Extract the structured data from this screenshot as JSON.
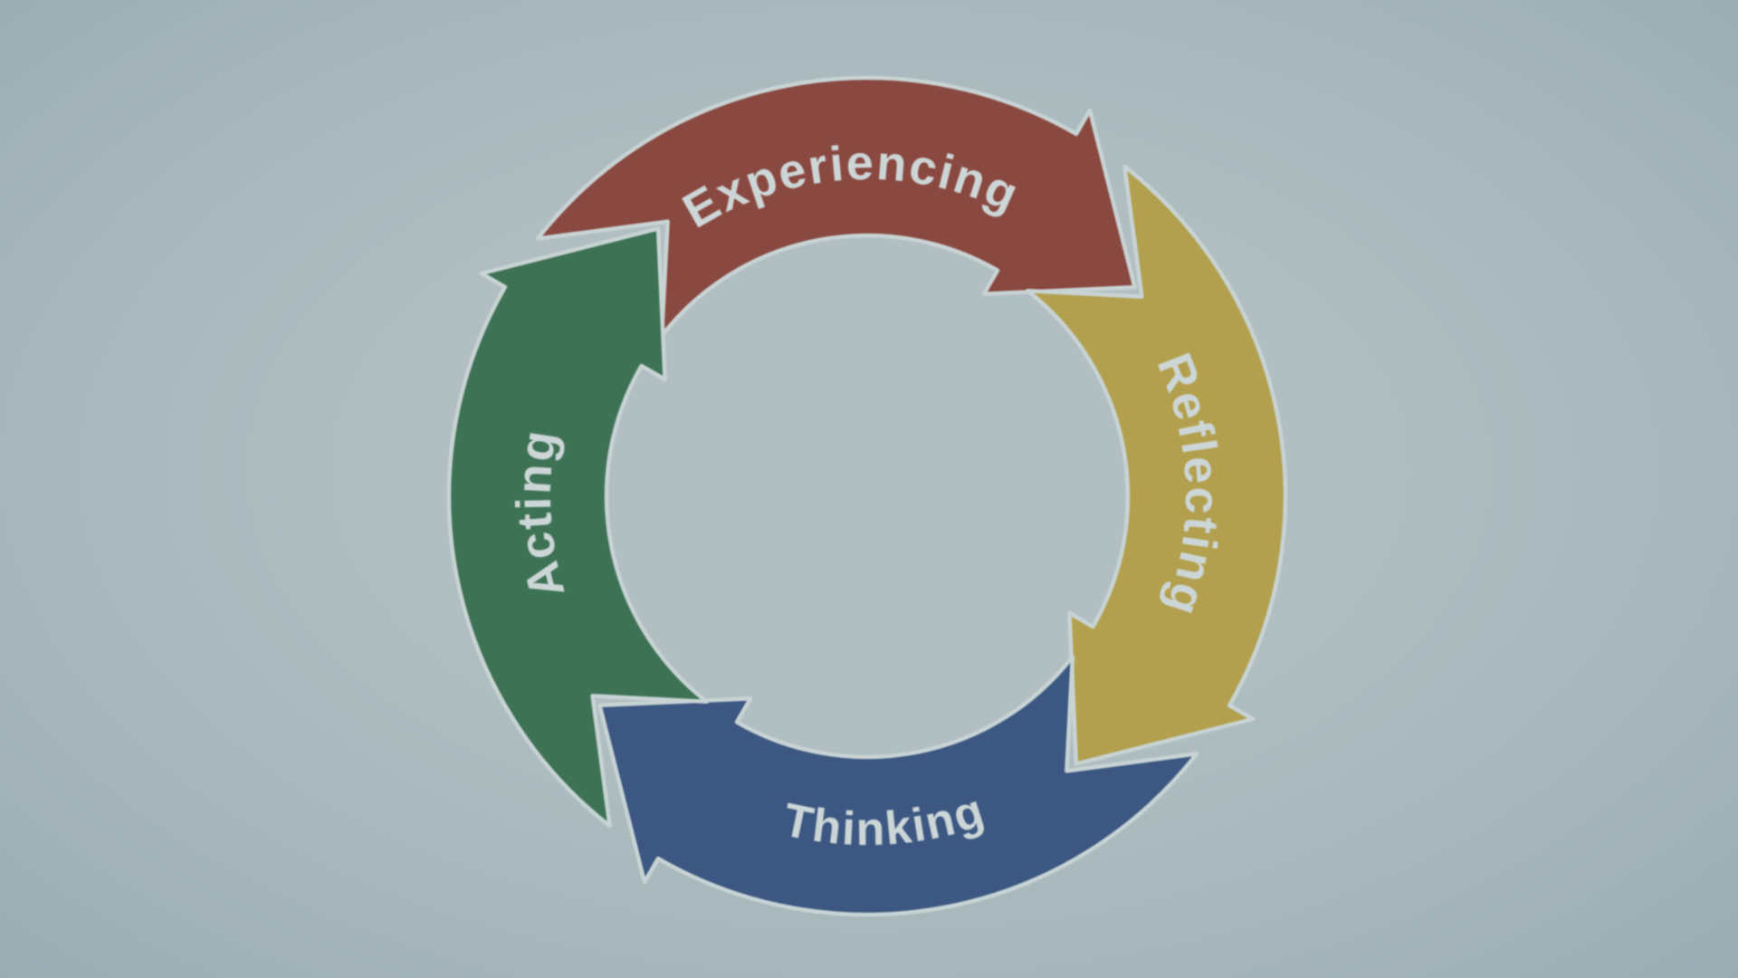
{
  "diagram": {
    "type": "cycle",
    "direction": "clockwise",
    "segments": [
      {
        "id": "experiencing",
        "label": "Experiencing",
        "position": "top",
        "color": "#8a4940"
      },
      {
        "id": "reflecting",
        "label": "Reflecting",
        "position": "right",
        "color": "#b2a04e"
      },
      {
        "id": "thinking",
        "label": "Thinking",
        "position": "bottom",
        "color": "#3c5882"
      },
      {
        "id": "acting",
        "label": "Acting",
        "position": "left",
        "color": "#3e7255"
      }
    ],
    "label_color": "#cdd6d7",
    "outline_color": "#c8d3d4",
    "background": {
      "center": "#b1bfc2",
      "edge": "#9badb4"
    }
  }
}
